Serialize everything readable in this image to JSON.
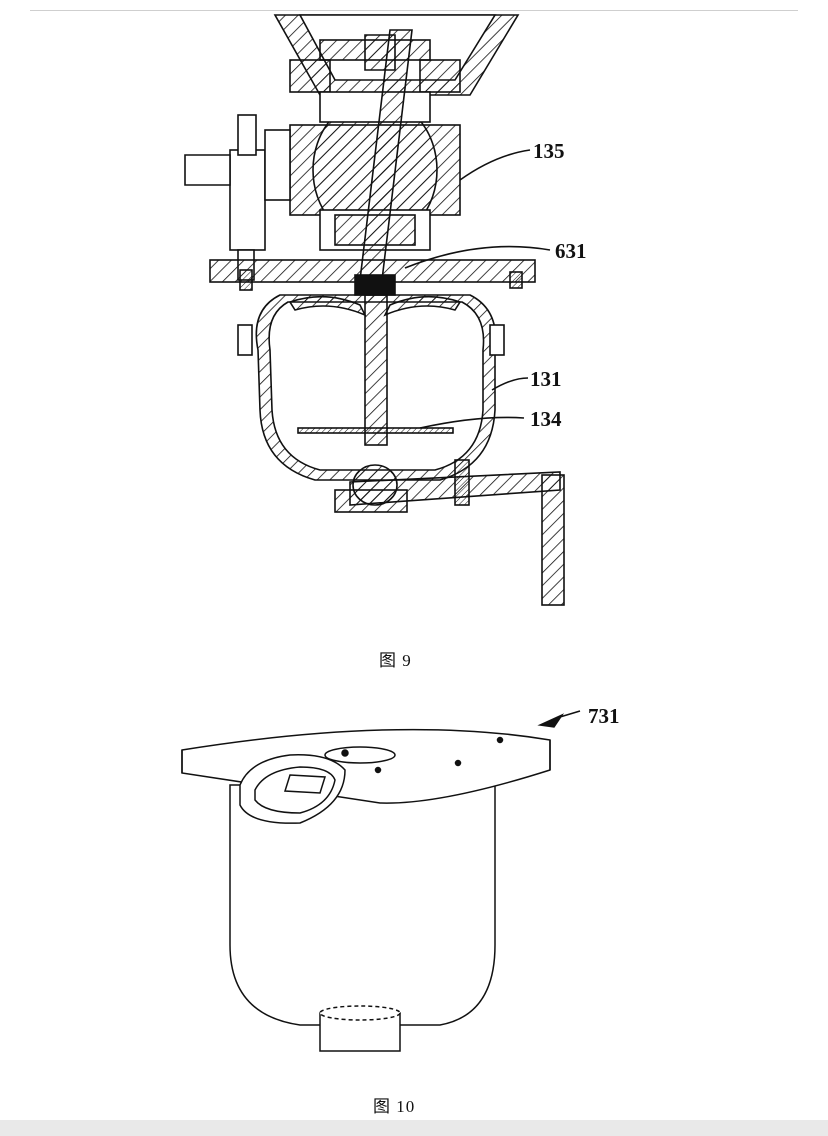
{
  "figures": [
    {
      "caption": "图 9",
      "labels": [
        "135",
        "631",
        "131",
        "134"
      ]
    },
    {
      "caption": "图 10",
      "labels": [
        "731"
      ]
    }
  ]
}
